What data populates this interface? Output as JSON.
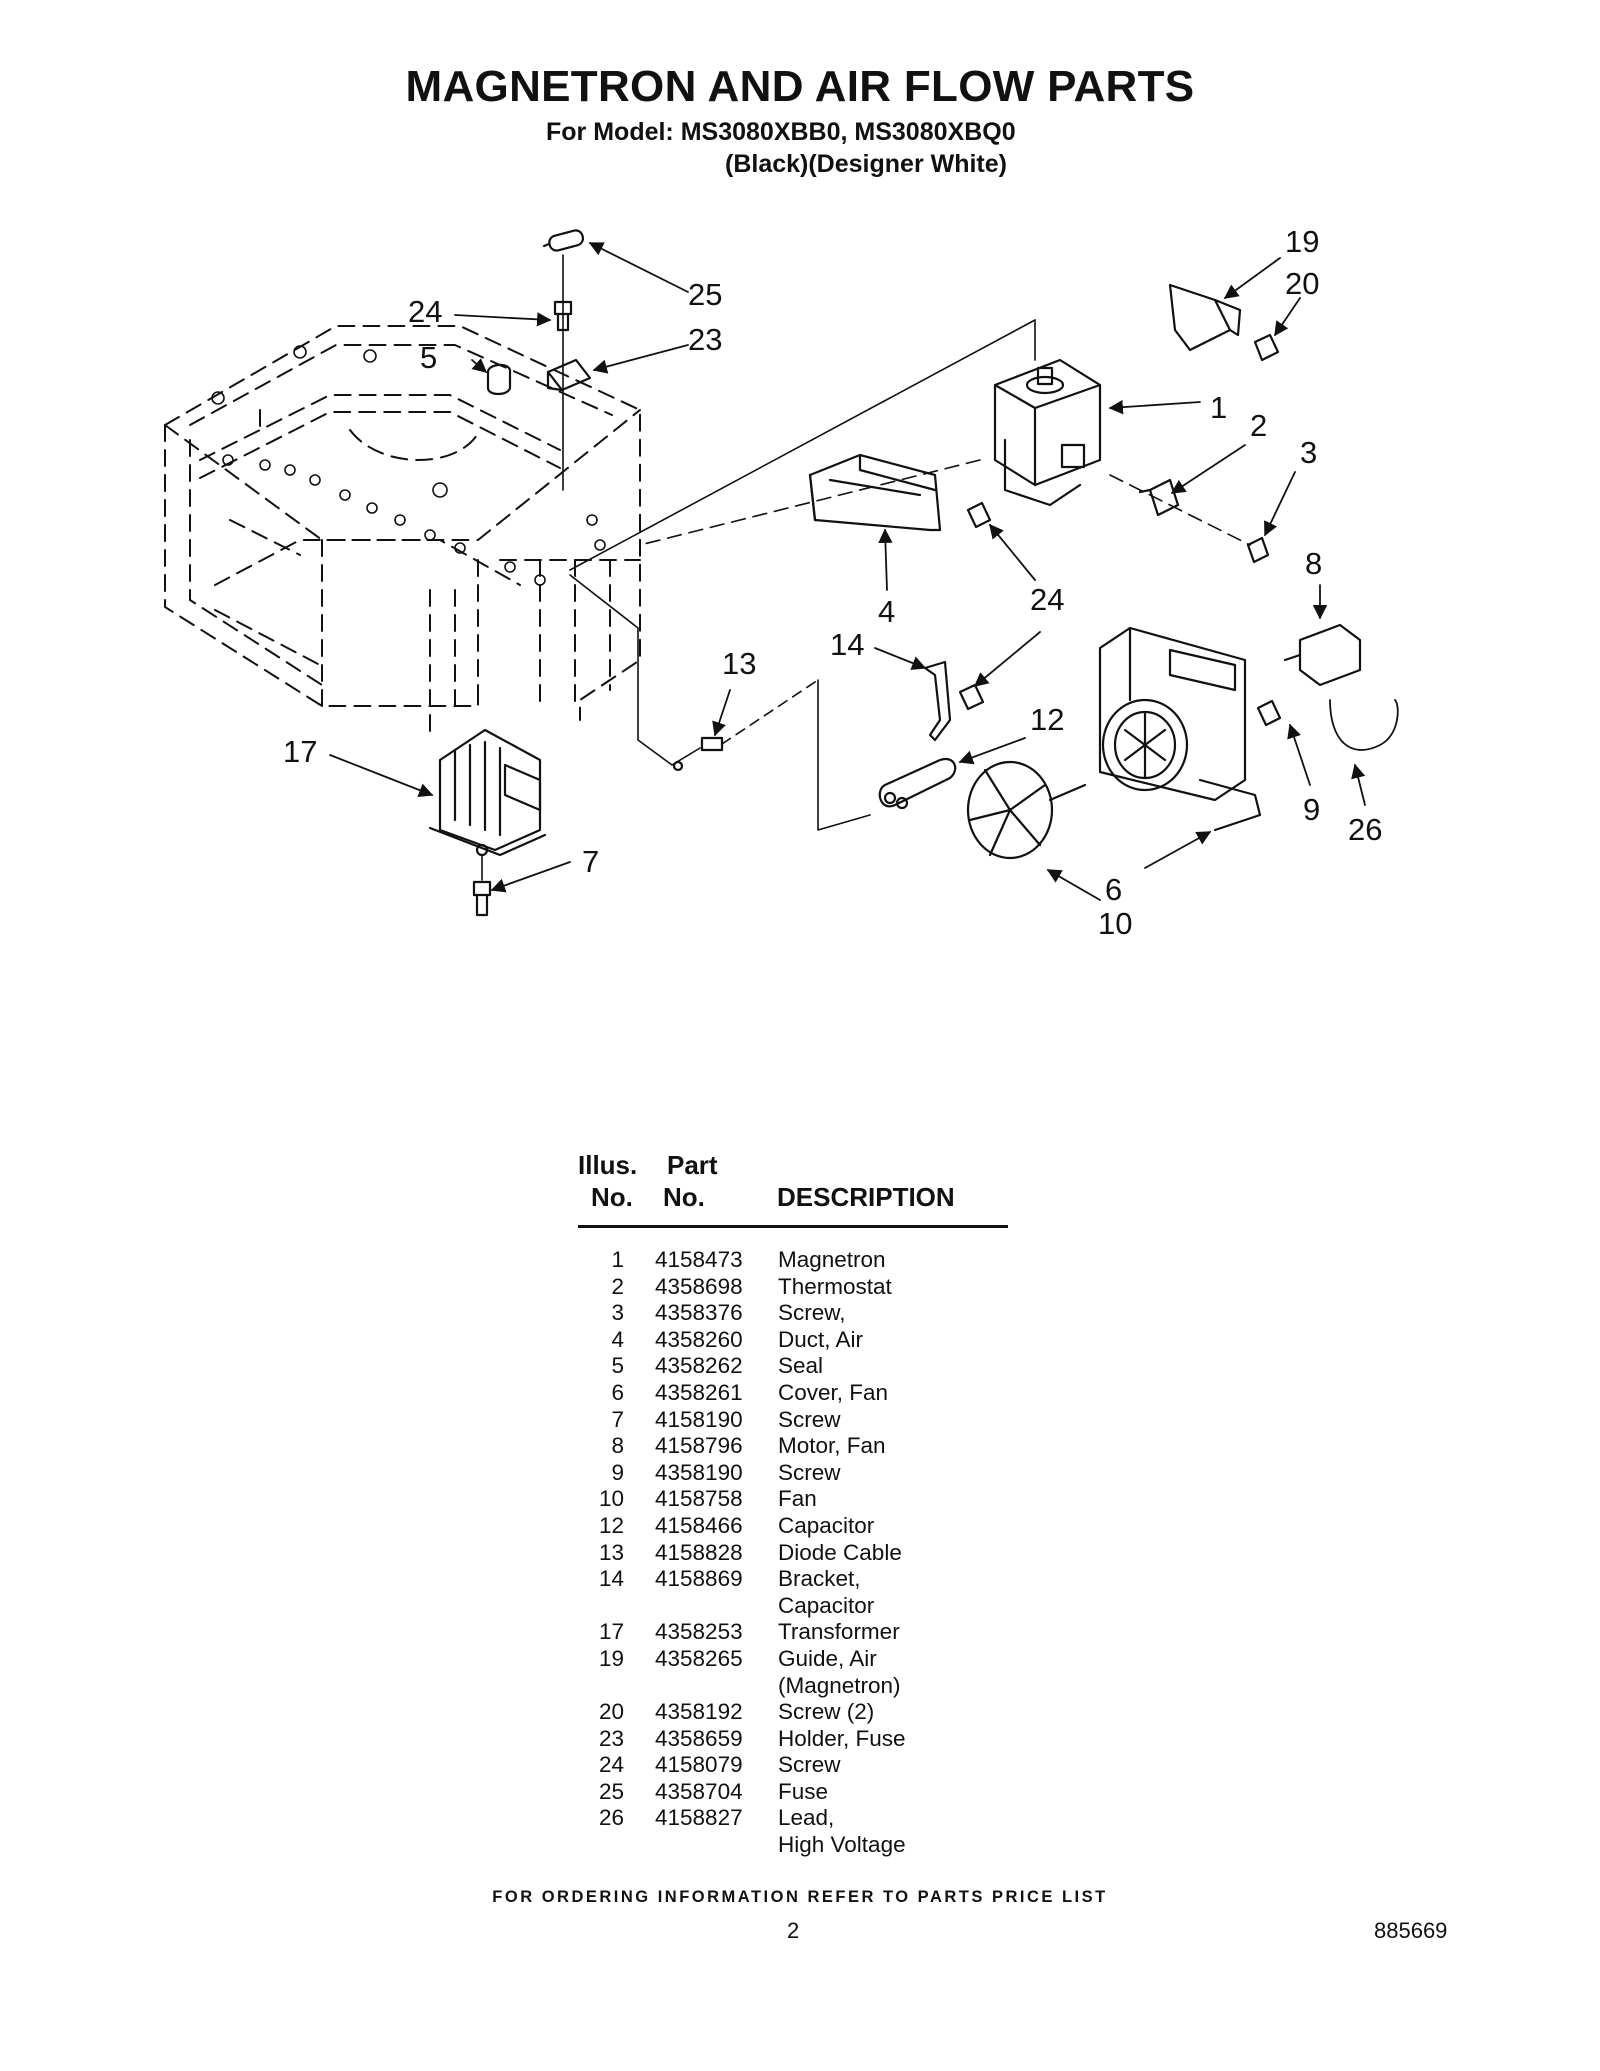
{
  "header": {
    "title": "MAGNETRON AND AIR FLOW PARTS",
    "model_line": "For Model: MS3080XBB0, MS3080XBQ0",
    "variant_line": "(Black)(Designer White)"
  },
  "diagram": {
    "callouts": [
      "1",
      "2",
      "3",
      "4",
      "5",
      "6",
      "7",
      "8",
      "9",
      "10",
      "12",
      "13",
      "14",
      "17",
      "19",
      "20",
      "23",
      "24",
      "24",
      "25",
      "26"
    ]
  },
  "parts_table": {
    "headers": {
      "illus_top": "Illus.",
      "illus_bottom": "No.",
      "part_top": "Part",
      "part_bottom": "No.",
      "description": "DESCRIPTION"
    },
    "rows": [
      {
        "illus": "1",
        "part": "4158473",
        "desc": [
          "Magnetron"
        ]
      },
      {
        "illus": "2",
        "part": "4358698",
        "desc": [
          "Thermostat"
        ]
      },
      {
        "illus": "3",
        "part": "4358376",
        "desc": [
          "Screw,"
        ]
      },
      {
        "illus": "4",
        "part": "4358260",
        "desc": [
          "Duct, Air"
        ]
      },
      {
        "illus": "5",
        "part": "4358262",
        "desc": [
          "Seal"
        ]
      },
      {
        "illus": "6",
        "part": "4358261",
        "desc": [
          "Cover, Fan"
        ]
      },
      {
        "illus": "7",
        "part": "4158190",
        "desc": [
          "Screw"
        ]
      },
      {
        "illus": "8",
        "part": "4158796",
        "desc": [
          "Motor, Fan"
        ]
      },
      {
        "illus": "9",
        "part": "4358190",
        "desc": [
          "Screw"
        ]
      },
      {
        "illus": "10",
        "part": "4158758",
        "desc": [
          "Fan"
        ]
      },
      {
        "illus": "12",
        "part": "4158466",
        "desc": [
          "Capacitor"
        ]
      },
      {
        "illus": "13",
        "part": "4158828",
        "desc": [
          "Diode Cable"
        ]
      },
      {
        "illus": "14",
        "part": "4158869",
        "desc": [
          "Bracket,",
          "Capacitor"
        ]
      },
      {
        "illus": "17",
        "part": "4358253",
        "desc": [
          "Transformer"
        ]
      },
      {
        "illus": "19",
        "part": "4358265",
        "desc": [
          "Guide, Air",
          "(Magnetron)"
        ]
      },
      {
        "illus": "20",
        "part": "4358192",
        "desc": [
          "Screw (2)"
        ]
      },
      {
        "illus": "23",
        "part": "4358659",
        "desc": [
          "Holder, Fuse"
        ]
      },
      {
        "illus": "24",
        "part": "4158079",
        "desc": [
          "Screw"
        ]
      },
      {
        "illus": "25",
        "part": "4358704",
        "desc": [
          "Fuse"
        ]
      },
      {
        "illus": "26",
        "part": "4158827",
        "desc": [
          "Lead,",
          "High Voltage"
        ]
      }
    ]
  },
  "footer": {
    "note": "FOR ORDERING INFORMATION REFER TO PARTS PRICE LIST",
    "page_number": "2",
    "doc_number": "885669"
  }
}
